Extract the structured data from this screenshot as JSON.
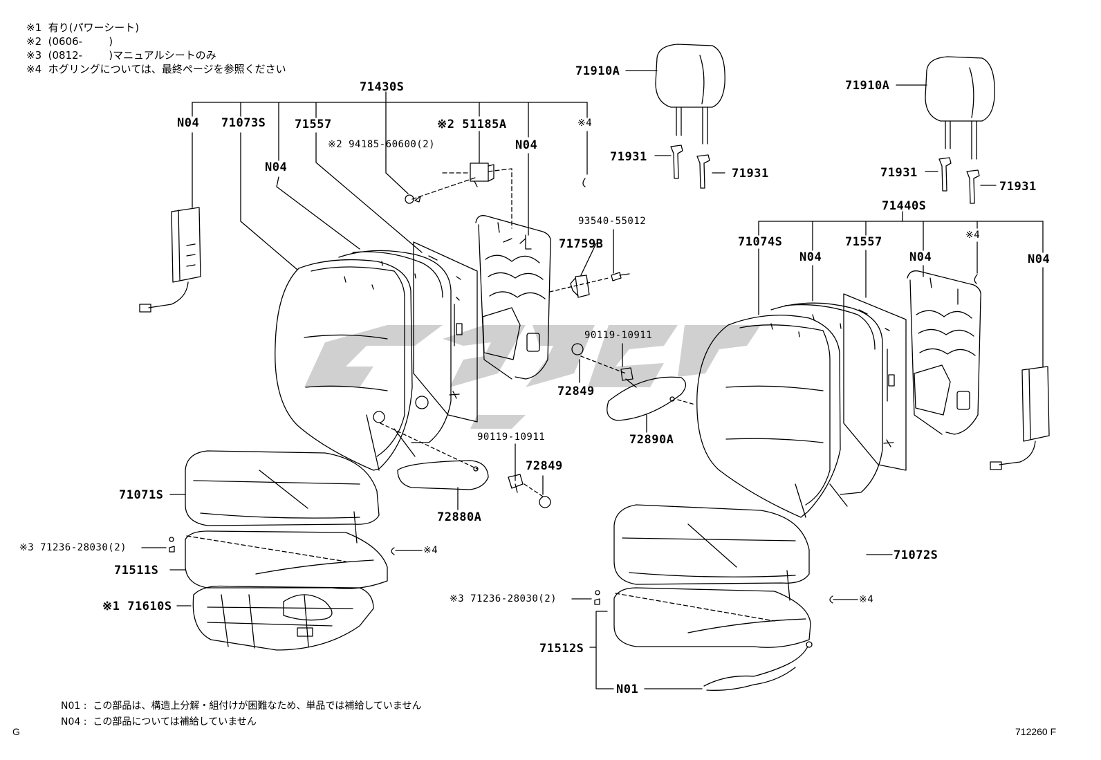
{
  "notes": [
    "※1  有り(パワーシート)",
    "※2  (0606-        )",
    "※3  (0812-        )マニュアルシートのみ",
    "※4  ホグリングについては、最終ページを参照ください"
  ],
  "labels": {
    "l71430S": "71430S",
    "l71440S": "71440S",
    "lN04a": "N04",
    "l71073S": "71073S",
    "l71557a": "71557",
    "lN04b": "N04",
    "l51185A": "※2 51185A",
    "l94185": "※2 94185-60600(2)",
    "lN04c": "N04",
    "lNote4a": "※4",
    "l71910Aa": "71910A",
    "l71931a": "71931",
    "l71931b": "71931",
    "l71910Ab": "71910A",
    "l71931c": "71931",
    "l71931d": "71931",
    "l93540": "93540-55012",
    "l71759B": "71759B",
    "l71074S": "71074S",
    "lN04d": "N04",
    "l71557b": "71557",
    "lN04e": "N04",
    "lNote4b": "※4",
    "lN04f": "N04",
    "l90119a": "90119-10911",
    "l72849a": "72849",
    "l72890A": "72890A",
    "l90119b": "90119-10911",
    "l72849b": "72849",
    "l72880A": "72880A",
    "l71071S": "71071S",
    "l71236a": "※3 71236-28030(2)",
    "lNote4c": "※4",
    "l71511S": "71511S",
    "l71610S": "※1 71610S",
    "l71072S": "71072S",
    "l71236b": "※3 71236-28030(2)",
    "lNote4d": "※4",
    "l71512S": "71512S",
    "lN01": "N01"
  },
  "footnotes": {
    "n01": "N01 :  この部品は、構造上分解・組付けが困難なため、単品では補給していません",
    "n04": "N04 :  この部品については補給していません"
  },
  "corner": {
    "left": "G",
    "right": "712260 F"
  },
  "colors": {
    "line": "#000000",
    "watermark": "#c8c8c8"
  }
}
